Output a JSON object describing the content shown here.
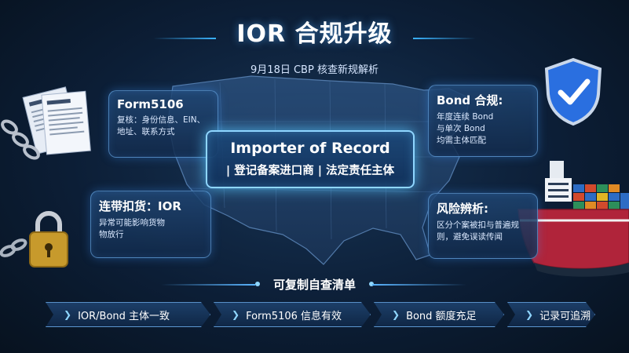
{
  "header": {
    "title": "IOR 合规升级",
    "subtitle": "9月18日 CBP 核查新规解析"
  },
  "center": {
    "title_en": "Importer of Record",
    "title_cn": "| 登记备案进口商 | 法定责任主体"
  },
  "cards": {
    "form": {
      "title": "Form5106",
      "line1": "复核：身份信息、EIN、",
      "line2": "地址、联系方式"
    },
    "bond": {
      "title": "Bond 合规:",
      "line1": "年度连续 Bond",
      "line2": "与单次 Bond",
      "line3": "均需主体匹配"
    },
    "joint": {
      "title": "连带扣货：IOR",
      "line1": "异常可能影响货物",
      "line2": "物放行"
    },
    "risk": {
      "title": "风险辨析:",
      "line1": "区分个案被扣与普遍规",
      "line2": "则，避免误读传闻"
    }
  },
  "checklist": {
    "title": "可复制自查清单",
    "steps": [
      "IOR/Bond 主体一致",
      "Form5106 信息有效",
      "Bond 额度充足",
      "记录可追溯"
    ]
  },
  "icons": {
    "shield": "shield-check-icon",
    "padlock": "padlock-icon",
    "chain": "chain-icon",
    "documents": "documents-icon",
    "ship": "cargo-ship-icon",
    "map": "usa-map-icon"
  },
  "colors": {
    "background": "#0c1e36",
    "accent": "#3bb4ff",
    "shield": "#2a6fe0",
    "ship_hull": "#b0243a"
  }
}
